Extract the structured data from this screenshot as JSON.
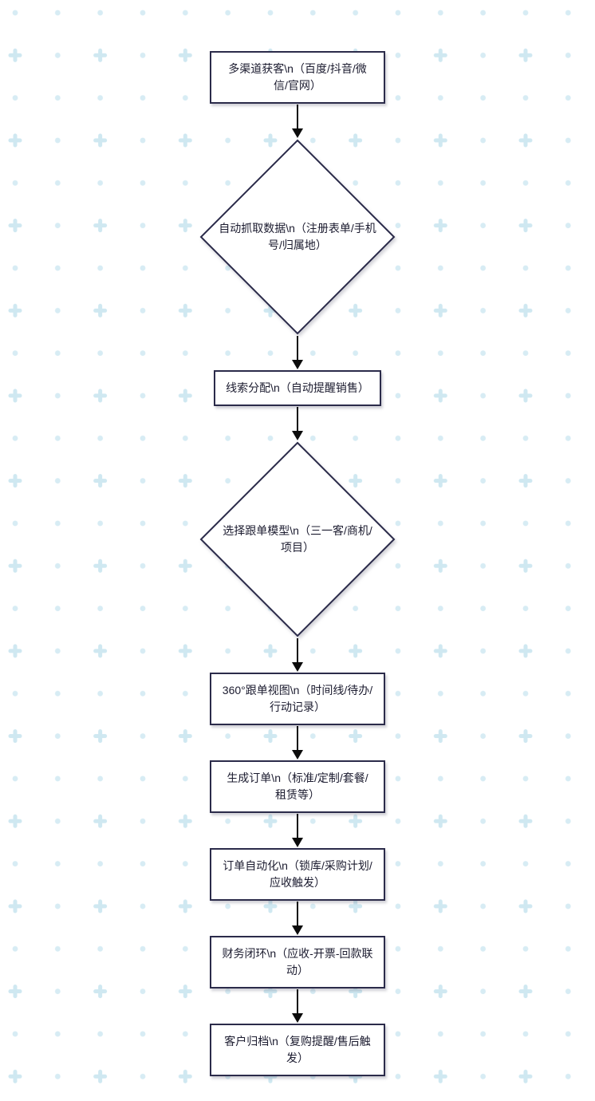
{
  "theme": {
    "node_border_color": "#2b2b4a",
    "node_fill_color": "#ffffff",
    "text_color": "#1b1b2f",
    "arrow_color": "#0b0b0b",
    "background_dot_color": "#d7ecf4",
    "background_plus_color": "#cfe8f1"
  },
  "flowchart": {
    "direction": "top-down",
    "nodes": [
      {
        "id": "n0",
        "type": "rect",
        "label": "多渠道获客\\n（百度/抖音/微信/官网）"
      },
      {
        "id": "n1",
        "type": "diamond",
        "label": "自动抓取数据\\n（注册表单/手机号/归属地）"
      },
      {
        "id": "n2",
        "type": "rect",
        "label": "线索分配\\n（自动提醒销售）"
      },
      {
        "id": "n3",
        "type": "diamond",
        "label": "选择跟单模型\\n（三一客/商机/项目）"
      },
      {
        "id": "n4",
        "type": "rect",
        "label": "360°跟单视图\\n（时间线/待办/行动记录）"
      },
      {
        "id": "n5",
        "type": "rect",
        "label": "生成订单\\n（标准/定制/套餐/租赁等）"
      },
      {
        "id": "n6",
        "type": "rect",
        "label": "订单自动化\\n（锁库/采购计划/应收触发）"
      },
      {
        "id": "n7",
        "type": "rect",
        "label": "财务闭环\\n（应收-开票-回款联动）"
      },
      {
        "id": "n8",
        "type": "rect",
        "label": "客户归档\\n（复购提醒/售后触发）"
      }
    ],
    "edges": [
      {
        "from": "n0",
        "to": "n1"
      },
      {
        "from": "n1",
        "to": "n2"
      },
      {
        "from": "n2",
        "to": "n3"
      },
      {
        "from": "n3",
        "to": "n4"
      },
      {
        "from": "n4",
        "to": "n5"
      },
      {
        "from": "n5",
        "to": "n6"
      },
      {
        "from": "n6",
        "to": "n7"
      },
      {
        "from": "n7",
        "to": "n8"
      }
    ]
  }
}
